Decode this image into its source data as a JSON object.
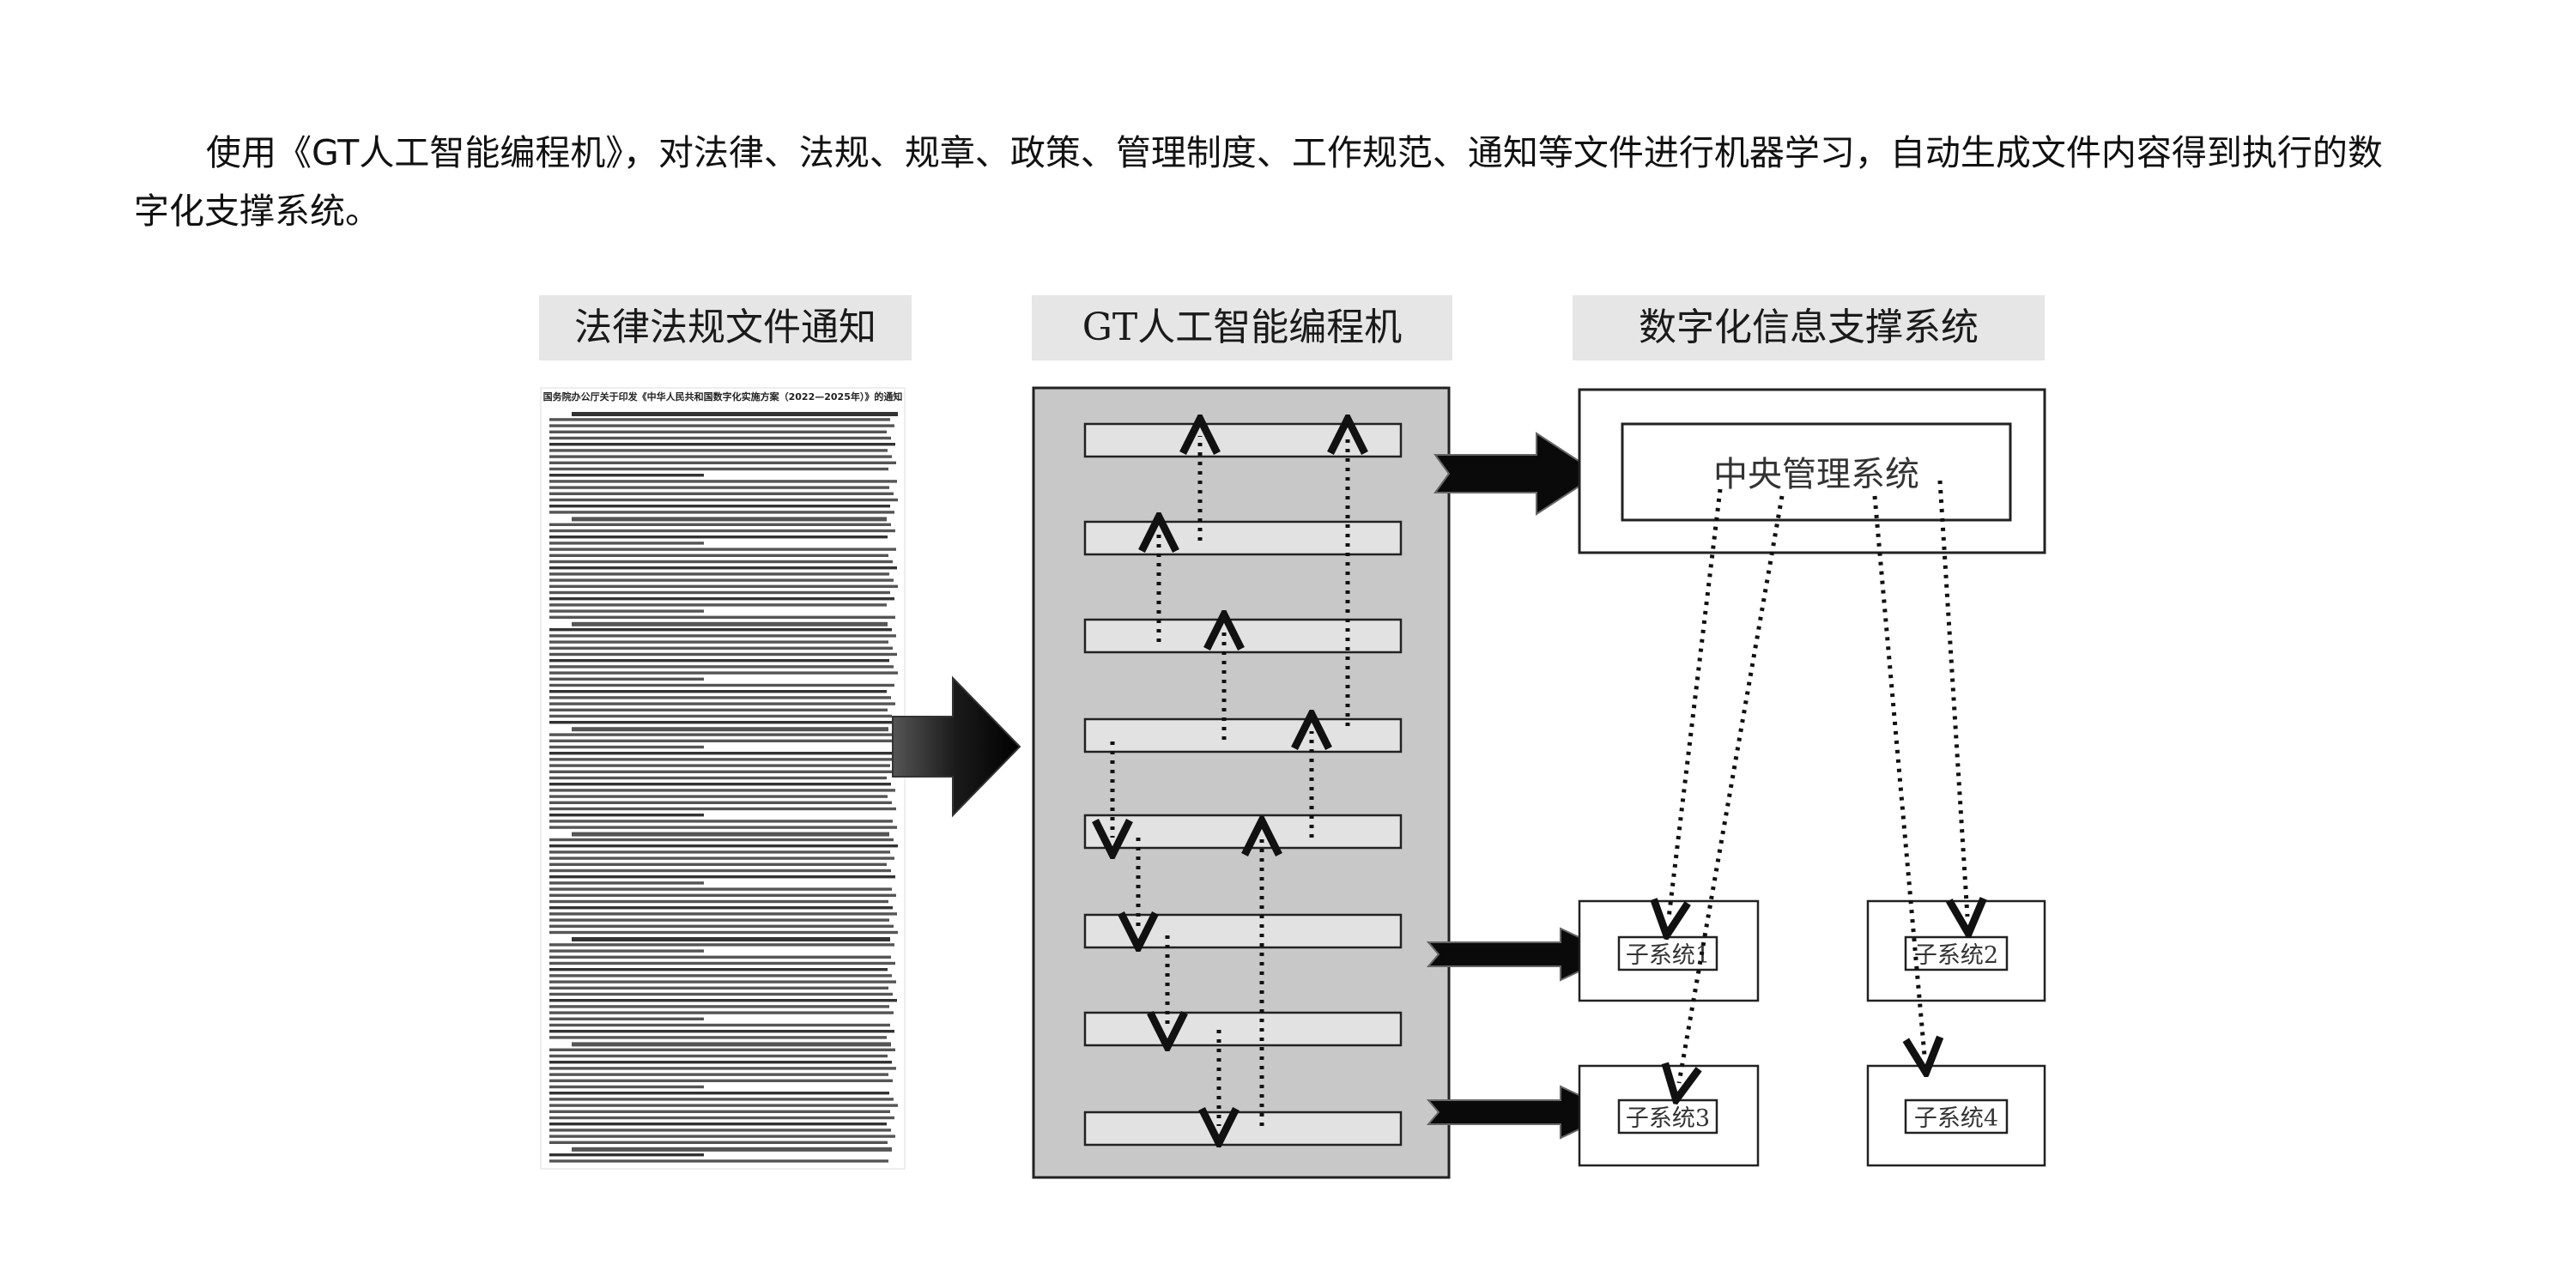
{
  "intro": {
    "line1": "使用《GT人工智能编程机》，对法律、法规、规章、政策、管理制度、工作规范、通知等文件进行机器学习，自动生成文件内容得到执行的数",
    "line2": "字化支撑系统。"
  },
  "sections": {
    "documents_title": "法律法规文件通知",
    "machine_title": "GT人工智能编程机",
    "system_title": "数字化信息支撑系统"
  },
  "document": {
    "heading": "国务院办公厅关于印发《中华人民共和国数字化实施方案（2022—2025年）》的通知"
  },
  "system": {
    "central": "中央管理系统",
    "subsystems": [
      "子系统1",
      "子系统2",
      "子系统3",
      "子系统4"
    ]
  },
  "colors": {
    "machine_bg": "#c8c8c8",
    "bar_fill": "#e2e2e2",
    "title_bg": "#e6e6e6",
    "arrow": "#111111"
  }
}
